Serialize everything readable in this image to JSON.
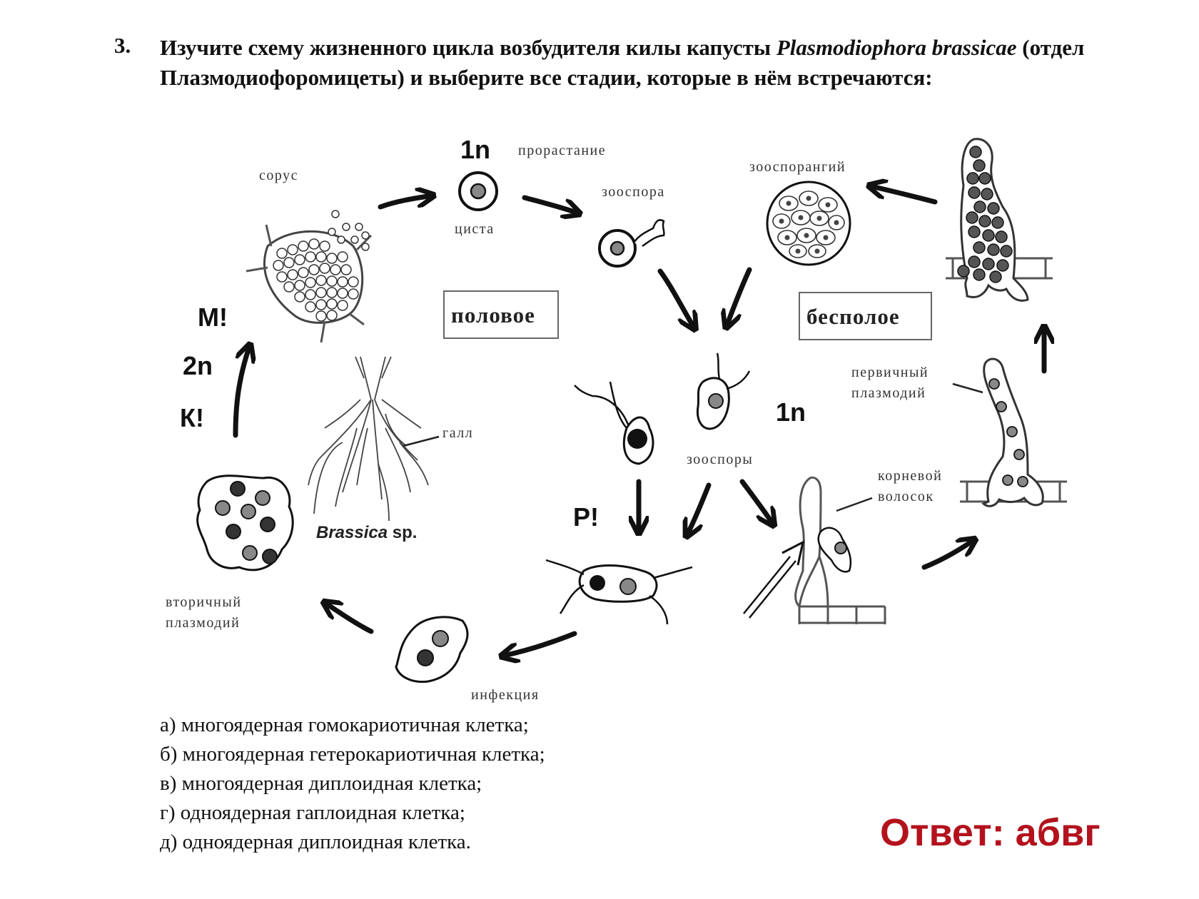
{
  "question": {
    "number": "3.",
    "text_before": "Изучите схему жизненного цикла возбудителя килы капусты ",
    "species": "Plasmodiophora brassicae",
    "text_after": " (отдел Плазмодиофоромицеты) и выберите все стадии, которые в нём встречаются:"
  },
  "diagram": {
    "labels": {
      "sorus": "сорус",
      "ploidy_cyst": "1n",
      "germination": "прорастание",
      "cyst": "циста",
      "zoospore": "зооспора",
      "zoosporangium": "зооспорангий",
      "sexual": "половое",
      "asexual": "бесполое",
      "meiosis": "М!",
      "ploidy_2n": "2n",
      "karyogamy": "К!",
      "gall": "галл",
      "host_genus": "Brassica",
      "host_sp": " sp.",
      "ploidy_zoospores": "1n",
      "zoospores": "зооспоры",
      "primary_plasmodium_line1": "первичный",
      "primary_plasmodium_line2": "плазмодий",
      "root_hair_line1": "корневой",
      "root_hair_line2": "волосок",
      "plasmogamy": "Р!",
      "secondary_plasmodium_line1": "вторичный",
      "secondary_plasmodium_line2": "плазмодий",
      "infection": "инфекция"
    }
  },
  "options": [
    "а) многоядерная гомокариотичная клетка;",
    "б) многоядерная гетерокариотичная клетка;",
    "в) многоядерная диплоидная клетка;",
    "г) одноядерная гаплоидная клетка;",
    "д) одноядерная диплоидная клетка."
  ],
  "answer": "Ответ: абвг",
  "colors": {
    "answer": "#b3121d",
    "nucleus_dark": "#333333",
    "nucleus_grey": "#8a8a8a"
  }
}
